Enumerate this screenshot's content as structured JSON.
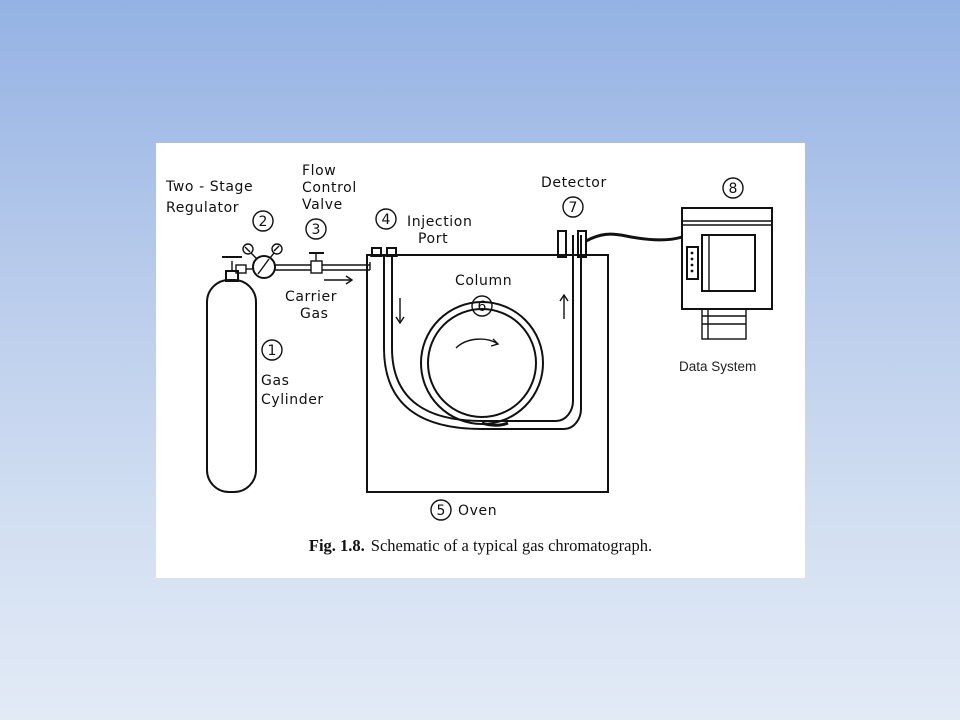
{
  "diagram": {
    "labels": {
      "regulator_line1": "Two - Stage",
      "regulator_line2": "Regulator",
      "valve_line1": "Flow",
      "valve_line2": "Control",
      "valve_line3": "Valve",
      "injection_line1": "Injection",
      "injection_line2": "Port",
      "detector": "Detector",
      "column": "Column",
      "carrier_line1": "Carrier",
      "carrier_line2": "Gas",
      "cylinder_line1": "Gas",
      "cylinder_line2": "Cylinder",
      "oven": "Oven",
      "data_system": "Data System"
    },
    "numbers": {
      "n1": "1",
      "n2": "2",
      "n3": "3",
      "n4": "4",
      "n5": "5",
      "n6": "6",
      "n7": "7",
      "n8": "8"
    }
  },
  "caption": {
    "number": "Fig. 1.8.",
    "text": "Schematic of a typical gas chromatograph."
  }
}
